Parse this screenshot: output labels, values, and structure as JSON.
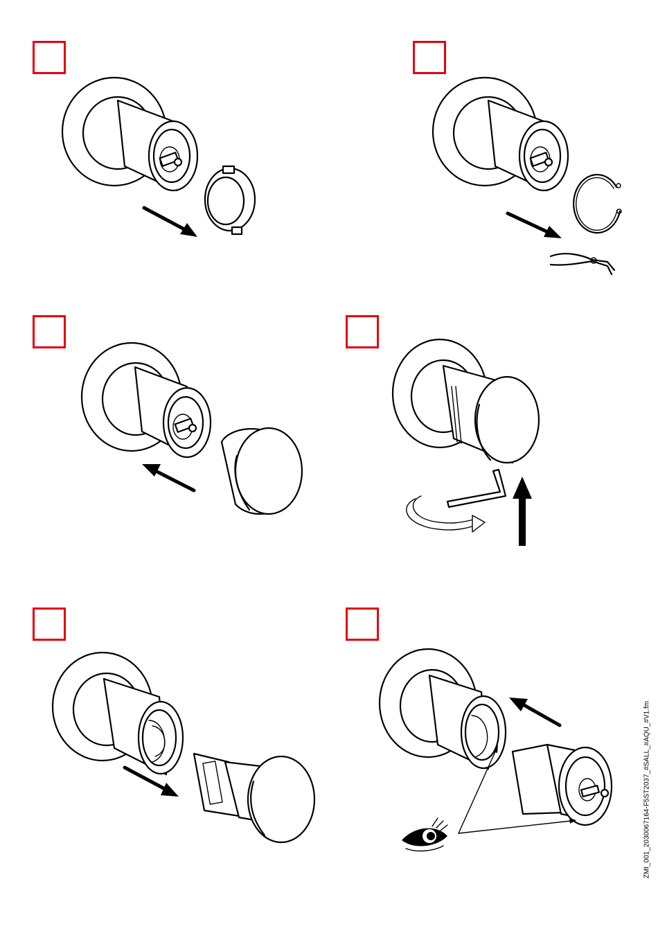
{
  "page": {
    "accent_color": "#e3000f",
    "line_color": "#000000",
    "document_code": "ZMI_001_2030067164-F5ST2037_#SALL_#AQU_#V1.fm"
  },
  "steps": [
    {
      "id": 1,
      "label": "",
      "action": "remove clip ring"
    },
    {
      "id": 2,
      "label": "",
      "action": "remove circlip with pliers"
    },
    {
      "id": 3,
      "label": "",
      "action": "fit cap"
    },
    {
      "id": 4,
      "label": "",
      "action": "turn hex key, lift"
    },
    {
      "id": 5,
      "label": "",
      "action": "pull out cartridge"
    },
    {
      "id": 6,
      "label": "",
      "action": "insert cartridge, check alignment"
    }
  ]
}
